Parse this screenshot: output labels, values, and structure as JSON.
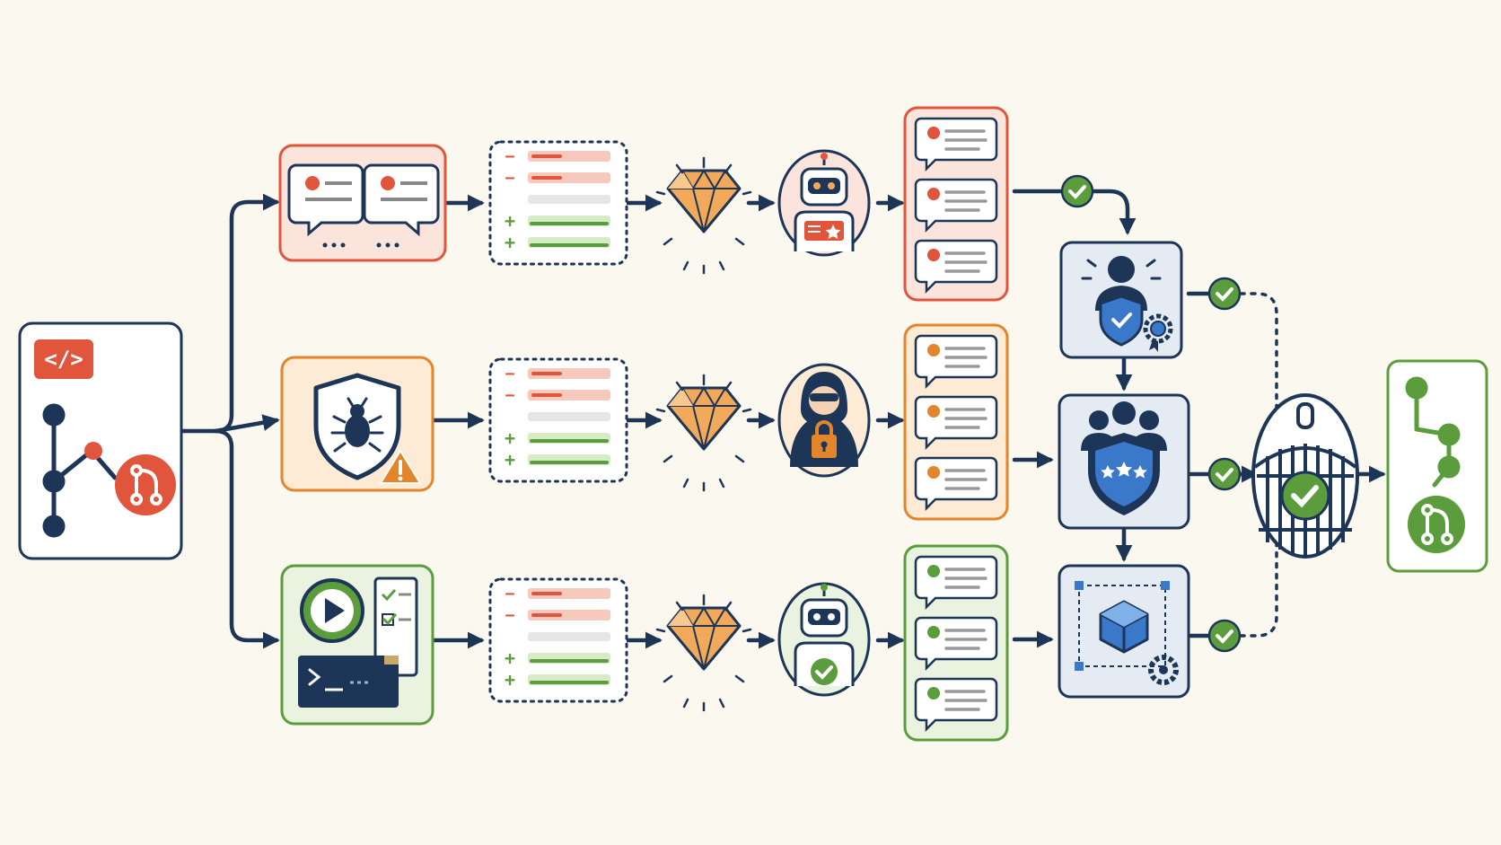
{
  "pr_card": {
    "code_badge": "</>"
  },
  "lanes": [
    {
      "name": "review",
      "accent": "#e0553b",
      "fill": "#fbe4dc"
    },
    {
      "name": "security",
      "accent": "#e3852b",
      "fill": "#fdebd6"
    },
    {
      "name": "tests",
      "accent": "#5b9d3c",
      "fill": "#eaf3df"
    }
  ],
  "diff_marks": {
    "removed": "−",
    "added": "+"
  },
  "colors": {
    "navy": "#1d3557",
    "red": "#e0553b",
    "orange": "#e3852b",
    "green": "#5b9d3c",
    "gem": "#f3a95a",
    "background": "#fbf8ef",
    "panel": "#e4ebf3"
  },
  "icons": [
    "code-icon",
    "git-branch-icon",
    "pull-request-icon",
    "chat-bubbles-icon",
    "shield-bug-icon",
    "warning-icon",
    "play-icon",
    "checklist-icon",
    "terminal-icon",
    "diff-icon",
    "gem-icon",
    "robot-icon",
    "hacker-icon",
    "check-icon",
    "reviewer-shield-icon",
    "team-shield-icon",
    "cube-icon",
    "gear-icon",
    "gate-icon",
    "merged-branch-icon"
  ]
}
